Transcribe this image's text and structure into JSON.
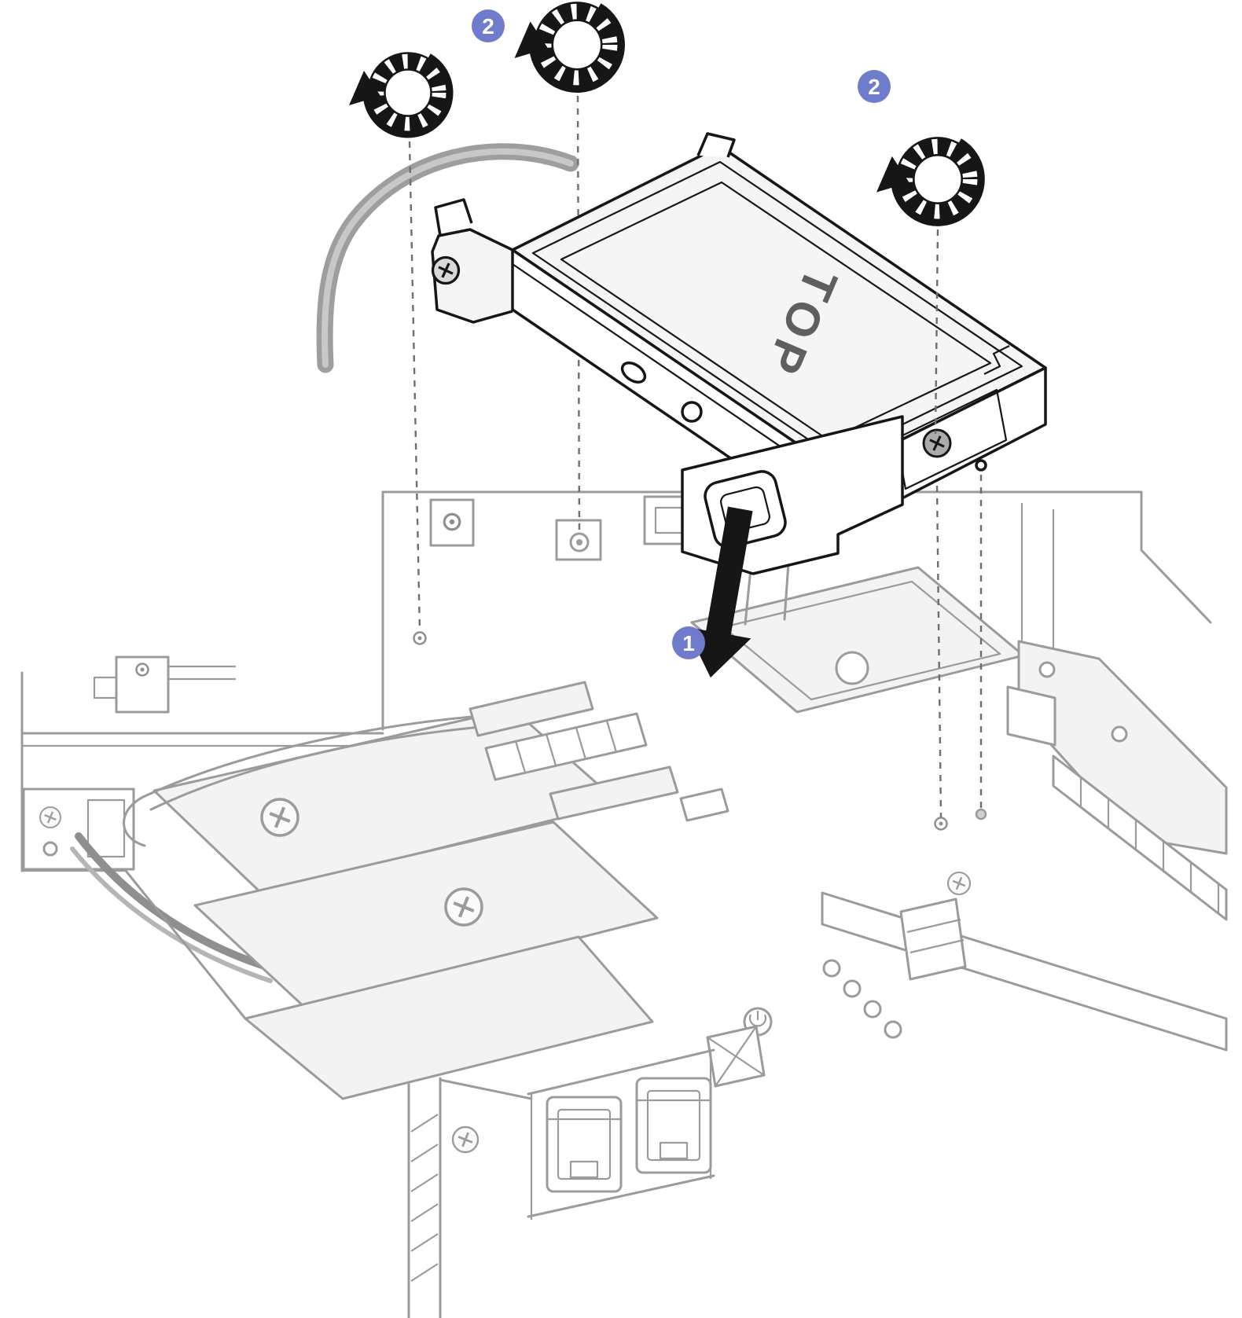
{
  "figure": {
    "cage_marking": "TOP",
    "callouts": [
      {
        "id": "step-2-top",
        "number": "2"
      },
      {
        "id": "step-2-right",
        "number": "2"
      },
      {
        "id": "step-1-place",
        "number": "1"
      }
    ],
    "icons": {
      "turn_screw_icon": "knurled-thumbscrew-with-clockwise-arrow",
      "install_arrow_icon": "solid-down-arrow",
      "screw_icon": "phillips-screw-head",
      "alignment_line": "dashed-guide-line"
    },
    "colors": {
      "callout_fill": "#6F7CCB",
      "callout_text": "#FFFFFF",
      "diagram_line_dark": "#161616",
      "diagram_line_gray": "#9B9B9B",
      "cable_gray": "#9E9E9E",
      "background": "#FFFFFF"
    }
  }
}
